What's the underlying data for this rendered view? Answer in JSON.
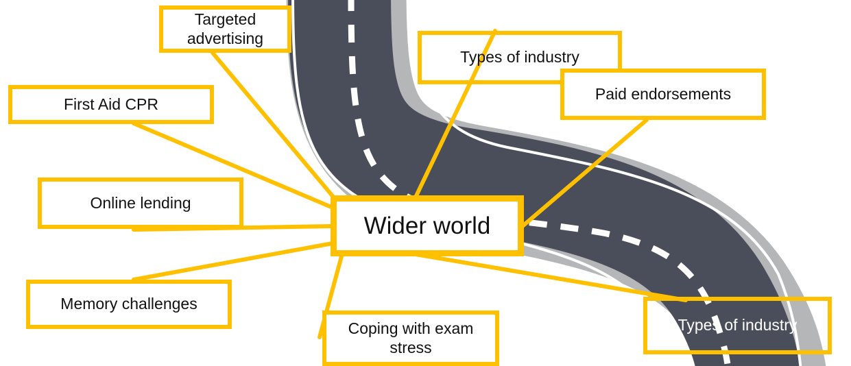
{
  "diagram": {
    "center": "Wider world",
    "nodes": {
      "targeted": "Targeted advertising",
      "types_top": "Types of industry",
      "paid": "Paid endorsements",
      "first_aid": "First Aid CPR",
      "online": "Online lending",
      "memory": "Memory challenges",
      "coping": "Coping with exam stress",
      "types_bottom": "Types of industry"
    }
  },
  "colors": {
    "connector": "#FFC000",
    "box_border": "#FFC000",
    "road": "#4A4D5A",
    "road_shoulder": "#B4B6B8",
    "lane_marking": "#FFFFFF"
  }
}
